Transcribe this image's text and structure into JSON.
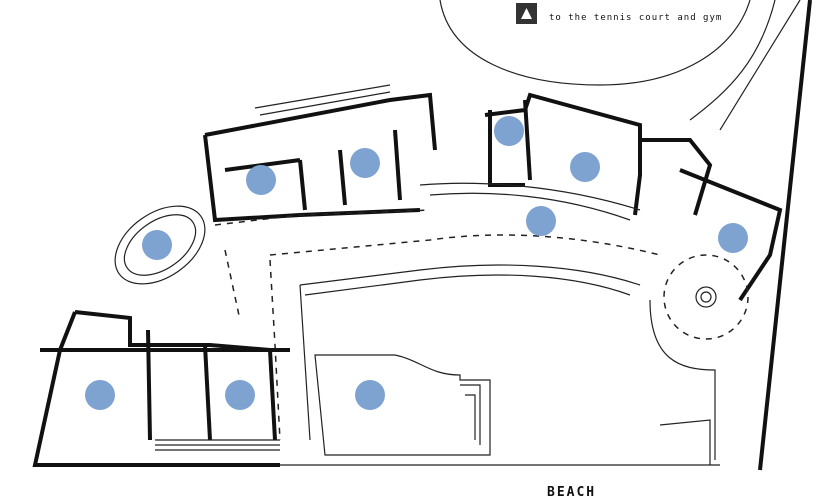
{
  "navigation": {
    "tennis_link_label": "to the tennis court and gym",
    "arrow_icon": "up-arrow-icon"
  },
  "labels": {
    "beach": "BEACH"
  },
  "colors": {
    "hotspot": "#7fa3d1",
    "walls": "#111111"
  },
  "hotspots": [
    {
      "id": "room-1"
    },
    {
      "id": "room-2"
    },
    {
      "id": "room-3"
    },
    {
      "id": "room-4"
    },
    {
      "id": "gallery"
    },
    {
      "id": "room-east"
    },
    {
      "id": "ring-pavilion"
    },
    {
      "id": "room-southwest"
    },
    {
      "id": "room-south"
    },
    {
      "id": "pool"
    }
  ]
}
